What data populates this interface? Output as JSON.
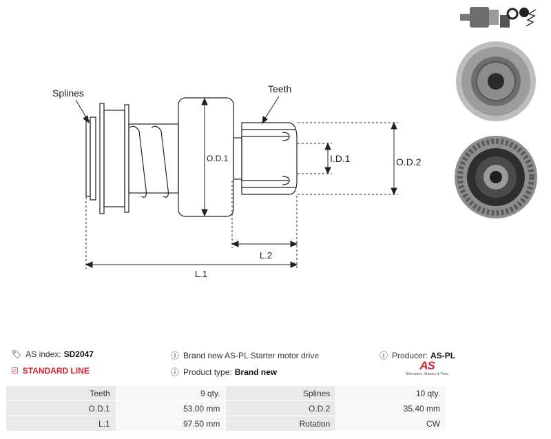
{
  "drawing": {
    "labels": {
      "splines": "Splines",
      "teeth": "Teeth",
      "od1": "O.D.1",
      "od2": "O.D.2",
      "id1": "I.D.1",
      "l1": "L.1",
      "l2": "L.2"
    }
  },
  "photos": {
    "items": [
      "exploded-parts-photo",
      "pinion-end-photo",
      "clutch-end-photo"
    ]
  },
  "info": {
    "as_index_label": "AS index:",
    "as_index_value": "SD2047",
    "standard_line": "STANDARD LINE",
    "description": "Brand new AS-PL Starter motor drive",
    "product_type_label": "Product type:",
    "product_type_value": "Brand new",
    "producer_label": "Producer:",
    "producer_value": "AS-PL",
    "logo_text": "AS",
    "logo_tagline": "Alternators, Starters & Parts"
  },
  "specs": {
    "rows": [
      {
        "k1": "Teeth",
        "v1": "9 qty.",
        "k2": "Splines",
        "v2": "10 qty."
      },
      {
        "k1": "O.D.1",
        "v1": "53.00 mm",
        "k2": "O.D.2",
        "v2": "35.40 mm"
      },
      {
        "k1": "L.1",
        "v1": "97.50 mm",
        "k2": "Rotation",
        "v2": "CW"
      }
    ]
  },
  "colors": {
    "accent": "#d6202a",
    "table_key_bg": "#e9e9e9",
    "table_val_bg": "#f7f7f7"
  }
}
